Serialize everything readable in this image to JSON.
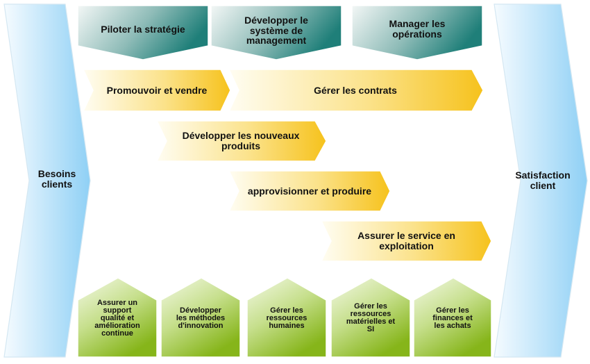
{
  "left_chevron": {
    "label": "Besoins\nclients"
  },
  "right_chevron": {
    "label": "Satisfaction\nclient"
  },
  "management_processes": [
    {
      "label": "Piloter la stratégie"
    },
    {
      "label": "Développer le\nsystème de\nmanagement"
    },
    {
      "label": "Manager les\nopérations"
    }
  ],
  "core_processes": [
    {
      "label": "Promouvoir et vendre"
    },
    {
      "label": "Gérer les contrats"
    },
    {
      "label": "Développer les nouveaux\nproduits"
    },
    {
      "label": "approvisionner et produire"
    },
    {
      "label": "Assurer le service en\nexploitation"
    }
  ],
  "support_processes": [
    {
      "label": "Assurer un\nsupport\nqualité et\namélioration\ncontinue"
    },
    {
      "label": "Développer\nles méthodes\nd'innovation"
    },
    {
      "label": "Gérer les\nressources\nhumaines"
    },
    {
      "label": "Gérer les\nressources\nmatérielles et\nSI"
    },
    {
      "label": "Gérer les\nfinances et\nles achats"
    }
  ],
  "colors": {
    "management_dark": "#1f7f79",
    "management_light": "#f3f7f6",
    "core_dark": "#f6c21c",
    "core_light": "#fffdf2",
    "support_dark": "#86b51a",
    "support_light": "#f4f9e7",
    "chevron_dark": "#8fd0f5",
    "chevron_light": "#f5fbff"
  }
}
